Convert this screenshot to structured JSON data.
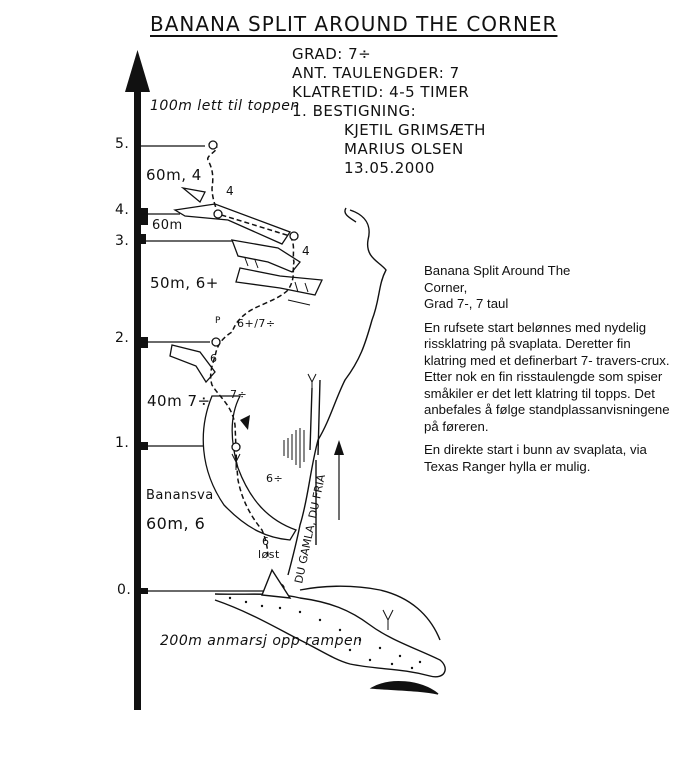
{
  "title": "BANANA SPLIT   AROUND THE CORNER",
  "info": {
    "grade": "GRAD: 7÷",
    "pitches": "ANT. TAULENGDER: 7",
    "time": "KLATRETID: 4-5 TIMER",
    "first_ascent_label": "1. BESTIGNING:",
    "climbers": [
      "KJETIL GRIMSÆTH",
      "MARIUS OLSEN",
      "13.05.2000"
    ]
  },
  "scale": {
    "top_label": "100m lett til toppen",
    "bottom_label": "200m anmarsj opp rampen",
    "marks": [
      "5.",
      "4.",
      "3.",
      "2.",
      "1.",
      "0."
    ]
  },
  "pitches": [
    {
      "label": "60m, 4"
    },
    {
      "label": "60m"
    },
    {
      "label": "50m, 6+"
    },
    {
      "label": "40m 7÷"
    },
    {
      "label": "Banansva"
    },
    {
      "label": "60m, 6"
    }
  ],
  "route_labels": {
    "p5_grade": "4",
    "p4_grade": "4",
    "p3_grade": "6+/7÷",
    "p3_point": "P",
    "p2_grade_a": "6",
    "p2_grade_b": "7÷",
    "p1_grade": "6÷",
    "start_a": "6",
    "start_b": "løst",
    "other_route": "DU GAMLA, DU FRIA"
  },
  "description": {
    "heading": [
      "Banana Split Around The",
      "Corner,",
      "Grad 7-, 7 taul"
    ],
    "paragraphs": [
      "En rufsete start belønnes med nydelig rissklatring på svaplata. Deretter fin klatring med et definerbart 7- travers-crux. Etter nok en fin risstaulengde som spiser småkiler er det lett klatring til topps. Det anbefales å følge standplassanvisningene på føreren.",
      "En direkte start i bunn av svaplata, via Texas Ranger hylla er mulig."
    ]
  }
}
